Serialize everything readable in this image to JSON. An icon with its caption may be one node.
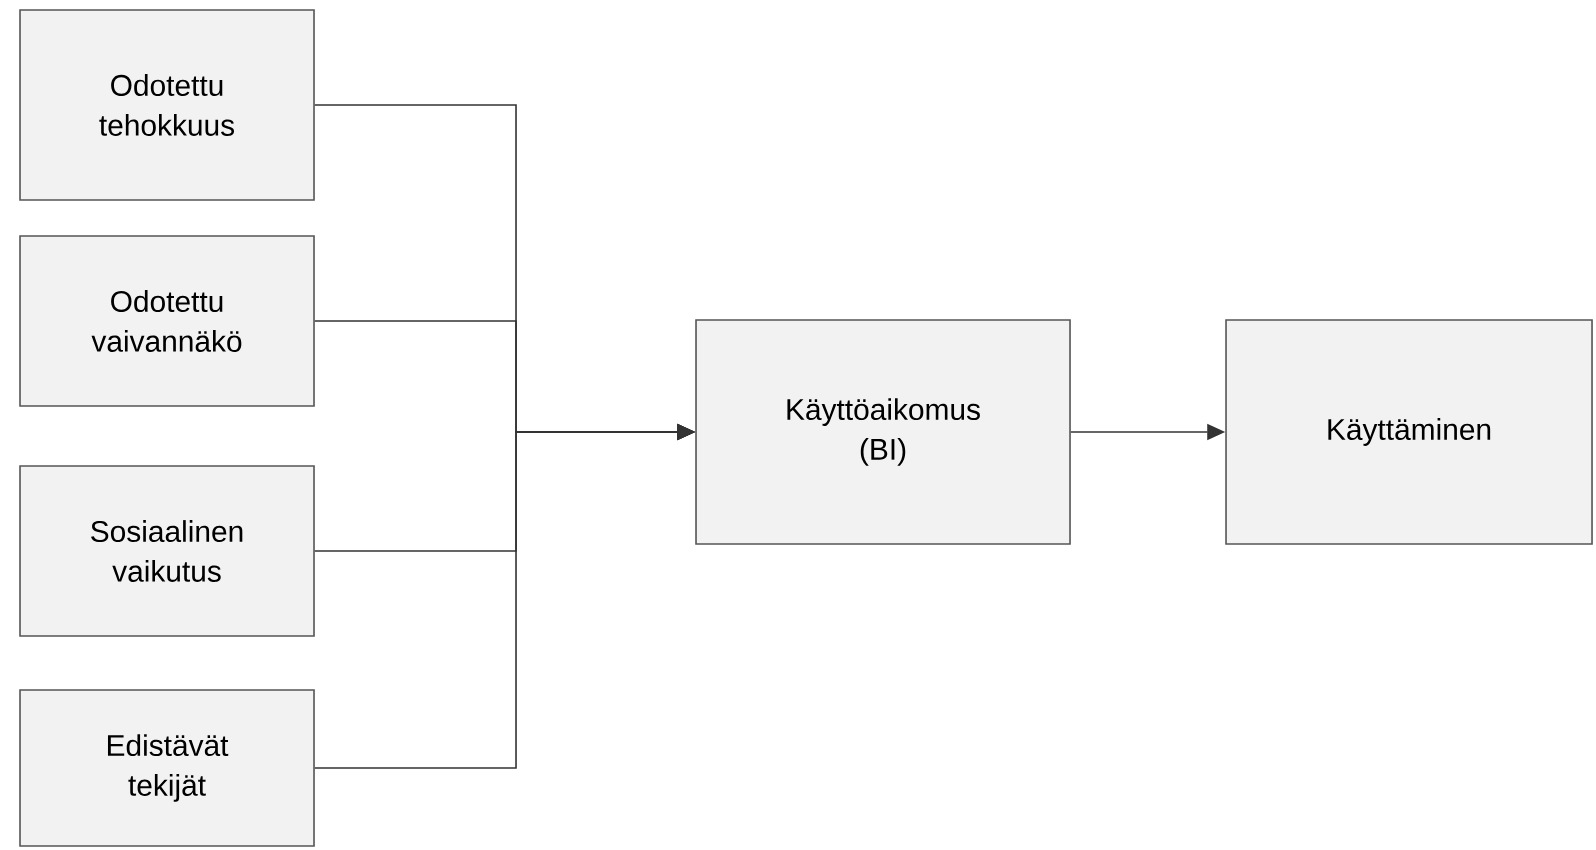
{
  "diagram": {
    "nodes": [
      {
        "text": [
          "Odotettu tehokkuus"
        ]
      },
      {
        "text": [
          "Odotettu vaivannäkö"
        ]
      },
      {
        "text": [
          "Sosiaalinen vaikutus"
        ]
      },
      {
        "text": [
          "Edistävät tekijät"
        ]
      },
      {
        "text": [
          "Käyttöaikomus (BI)"
        ]
      },
      {
        "text": [
          "Käyttäminen"
        ]
      }
    ],
    "edges": [
      {
        "from": 0,
        "to": 4,
        "arrow": "to"
      },
      {
        "from": 1,
        "to": 4,
        "arrow": "to"
      },
      {
        "from": 2,
        "to": 4,
        "arrow": "to"
      },
      {
        "from": 3,
        "to": 4,
        "arrow": "to"
      },
      {
        "from": 4,
        "to": 5,
        "arrow": "to"
      }
    ]
  }
}
